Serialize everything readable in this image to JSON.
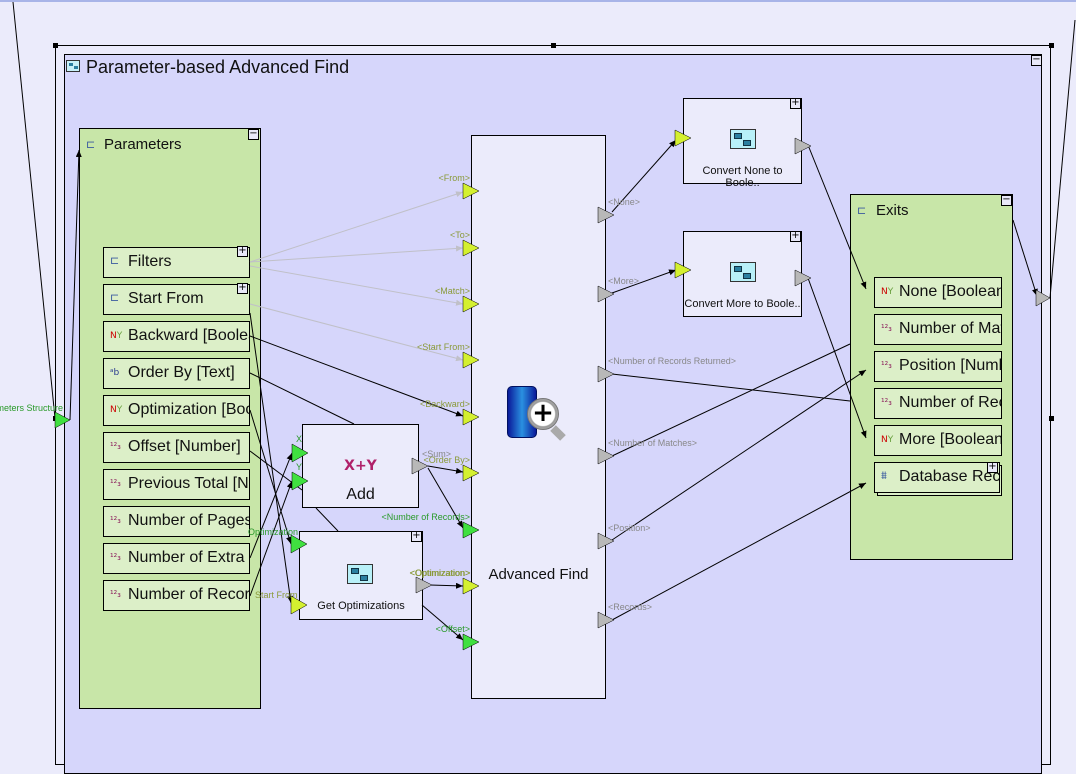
{
  "canvas": {
    "title": "Parameter-based Advanced Find",
    "collapse_symbol": "−",
    "input_port_label": "Parameters Structure"
  },
  "parameters_panel": {
    "title": "Parameters",
    "collapse_symbol": "−",
    "fields": [
      {
        "label": "Filters",
        "type": "structure",
        "icon": "structure-icon",
        "expand": "+"
      },
      {
        "label": "Start From",
        "type": "structure",
        "icon": "structure-icon",
        "expand": "+"
      },
      {
        "label": "Backward [Boolean]",
        "type": "boolean",
        "icon": "boolean-icon"
      },
      {
        "label": "Order By [Text]",
        "type": "text",
        "icon": "text-icon"
      },
      {
        "label": "Optimization [Boolean]",
        "type": "boolean",
        "icon": "boolean-icon"
      },
      {
        "label": "Offset [Number]",
        "type": "number",
        "icon": "number-icon"
      },
      {
        "label": "Previous Total [Number]",
        "type": "number",
        "icon": "number-icon"
      },
      {
        "label": "Number of Pages [Number]",
        "type": "number",
        "icon": "number-icon"
      },
      {
        "label": "Number of Extra [Number]",
        "type": "number",
        "icon": "number-icon"
      },
      {
        "label": "Number of Records [Number]",
        "type": "number",
        "icon": "number-icon"
      }
    ]
  },
  "add_node": {
    "formula": "X+Y",
    "label": "Add",
    "inputs": [
      "X",
      "Y"
    ],
    "output": "<Sum>"
  },
  "get_optimizations_node": {
    "label": "Get Optimizations",
    "expand": "+",
    "inputs": [
      "Optimization",
      "Start From"
    ],
    "output": "<Optimization>"
  },
  "advanced_find_node": {
    "label": "Advanced Find",
    "inputs": [
      "<From>",
      "<To>",
      "<Match>",
      "<Start From>",
      "<Backward>",
      "<Order By>",
      "<Number of Records>",
      "<Optimization>",
      "<Offset>"
    ],
    "outputs": [
      "<None>",
      "<More>",
      "<Number of Records Returned>",
      "<Number of Matches>",
      "<Position>",
      "<Records>"
    ]
  },
  "convert_none_node": {
    "label": "Convert None to Boole..",
    "expand": "+"
  },
  "convert_more_node": {
    "label": "Convert More to Boole..",
    "expand": "+"
  },
  "exits_panel": {
    "title": "Exits",
    "collapse_symbol": "−",
    "fields": [
      {
        "label": "None [Boolean]",
        "type": "boolean",
        "icon": "boolean-icon"
      },
      {
        "label": "Number of Matches [Number]",
        "type": "number",
        "icon": "number-icon"
      },
      {
        "label": "Position [Number]",
        "type": "number",
        "icon": "number-icon"
      },
      {
        "label": "Number of Records Returned [Number]",
        "type": "number",
        "icon": "number-icon"
      },
      {
        "label": "More [Boolean]",
        "type": "boolean",
        "icon": "boolean-icon"
      },
      {
        "label": "Database Records",
        "type": "records",
        "icon": "database-records-icon",
        "expand": "+"
      }
    ]
  },
  "icons": {
    "boolean_n": "N",
    "boolean_y": "Y",
    "number": "¹²₃",
    "text": "ᵃb",
    "structure": "⊏",
    "database": "⩩"
  },
  "colors": {
    "canvas_bg": "#d6d6fb",
    "panel_green": "#c8e6a8",
    "field_green": "#dcefc8",
    "port_yellow": "#d4f030",
    "port_green": "#40e040",
    "port_gray": "#b8b8b8"
  }
}
